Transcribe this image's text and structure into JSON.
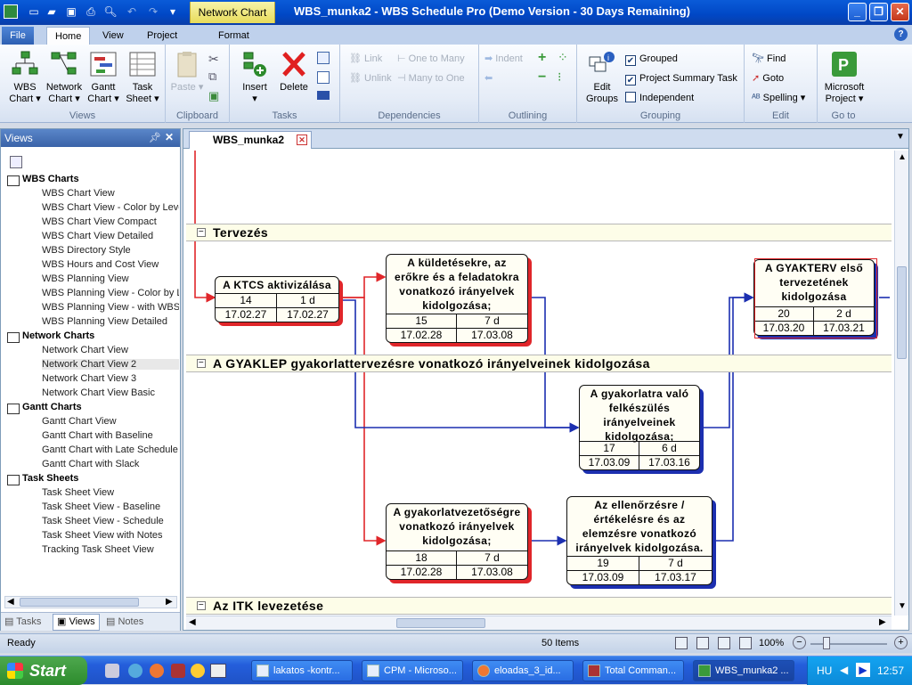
{
  "app": {
    "title": "WBS_munka2 - WBS Schedule Pro (Demo Version - 30 Days Remaining)",
    "context_tab": "Network Chart"
  },
  "ribbon": {
    "tabs": [
      "File",
      "Home",
      "View",
      "Project",
      "Format"
    ],
    "active_tab": "Home",
    "groups": {
      "views": {
        "label": "Views",
        "buttons": [
          "WBS Chart",
          "Network Chart",
          "Gantt Chart",
          "Task Sheet"
        ]
      },
      "clipboard": {
        "label": "Clipboard",
        "paste": "Paste"
      },
      "tasks": {
        "label": "Tasks",
        "insert": "Insert",
        "delete": "Delete"
      },
      "dependencies": {
        "label": "Dependencies",
        "link": "Link",
        "unlink": "Unlink",
        "one_to_many": "One to Many",
        "many_to_one": "Many to One"
      },
      "outlining": {
        "label": "Outlining",
        "indent": "Indent"
      },
      "grouping": {
        "label": "Grouping",
        "edit_groups": "Edit Groups",
        "grouped": "Grouped",
        "project_summary_task": "Project Summary Task",
        "independent": "Independent"
      },
      "edit": {
        "label": "Edit",
        "find": "Find",
        "goto": "Goto",
        "spelling": "Spelling"
      },
      "goto": {
        "label": "Go to",
        "ms_project": "Microsoft Project"
      }
    }
  },
  "views_pane": {
    "title": "Views",
    "categories": [
      {
        "name": "WBS Charts",
        "items": [
          "WBS Chart View",
          "WBS Chart View - Color by Leve",
          "WBS Chart View Compact",
          "WBS Chart View Detailed",
          "WBS Directory Style",
          "WBS Hours and Cost View",
          "WBS Planning View",
          "WBS Planning View - Color by Le",
          "WBS Planning View - with WBS C",
          "WBS Planning View Detailed"
        ]
      },
      {
        "name": "Network Charts",
        "items": [
          "Network Chart View",
          "Network Chart View 2",
          "Network Chart View 3",
          "Network Chart View Basic"
        ]
      },
      {
        "name": "Gantt Charts",
        "items": [
          "Gantt Chart View",
          "Gantt Chart with Baseline",
          "Gantt Chart with Late Schedule",
          "Gantt Chart with Slack"
        ]
      },
      {
        "name": "Task Sheets",
        "items": [
          "Task Sheet View",
          "Task Sheet View - Baseline",
          "Task Sheet View - Schedule",
          "Task Sheet View with Notes",
          "Tracking Task Sheet View"
        ]
      }
    ],
    "selected": "Network Chart View 2",
    "bottom_tabs": [
      "Tasks",
      "Views",
      "Notes"
    ]
  },
  "document": {
    "tab": "WBS_munka2",
    "sections": [
      "Tervezés",
      "A GYAKLEP gyakorlattervezésre vonatkozó irányelveinek kidolgozása",
      "Az ITK levezetése"
    ],
    "nodes": [
      {
        "title": [
          "A KTCS aktivizálása"
        ],
        "id": "14",
        "dur": "1 d",
        "start": "17.02.27",
        "end": "17.02.27",
        "shadow": "#e0262a"
      },
      {
        "title": [
          "A küldetésekre, az",
          "erőkre és a feladatokra",
          "vonatkozó irányelvek",
          "kidolgozása;"
        ],
        "id": "15",
        "dur": "7 d",
        "start": "17.02.28",
        "end": "17.03.08",
        "shadow": "#e0262a"
      },
      {
        "title": [
          "A GYAKTERV első",
          "tervezetének",
          "kidolgozása"
        ],
        "id": "20",
        "dur": "2 d",
        "start": "17.03.20",
        "end": "17.03.21",
        "shadow": "#1c2fb0"
      },
      {
        "title": [
          "A gyakorlatra való",
          "felkészülés",
          "irányelveinek",
          "kidolgozása;"
        ],
        "id": "17",
        "dur": "6 d",
        "start": "17.03.09",
        "end": "17.03.16",
        "shadow": "#1c2fb0"
      },
      {
        "title": [
          "A gyakorlatvezetőségre",
          "vonatkozó irányelvek",
          "kidolgozása;"
        ],
        "id": "18",
        "dur": "7 d",
        "start": "17.02.28",
        "end": "17.03.08",
        "shadow": "#e0262a"
      },
      {
        "title": [
          "Az ellenőrzésre /",
          "értékelésre és az",
          "elemzésre vonatkozó",
          "irányelvek kidolgozása."
        ],
        "id": "19",
        "dur": "7 d",
        "start": "17.03.09",
        "end": "17.03.17",
        "shadow": "#1c2fb0"
      }
    ]
  },
  "status": {
    "ready": "Ready",
    "items": "50 Items",
    "zoom": "100%"
  },
  "taskbar": {
    "start": "Start",
    "buttons": [
      "lakatos -kontr...",
      "CPM - Microso...",
      "eloadas_3_id...",
      "Total Comman...",
      "WBS_munka2 ..."
    ],
    "active": "WBS_munka2 ...",
    "lang": "HU",
    "time": "12:57"
  },
  "colors": {
    "critical": "#e0262a",
    "normal": "#1c2fb0",
    "ribbon_blue": "#0a5bd8"
  }
}
